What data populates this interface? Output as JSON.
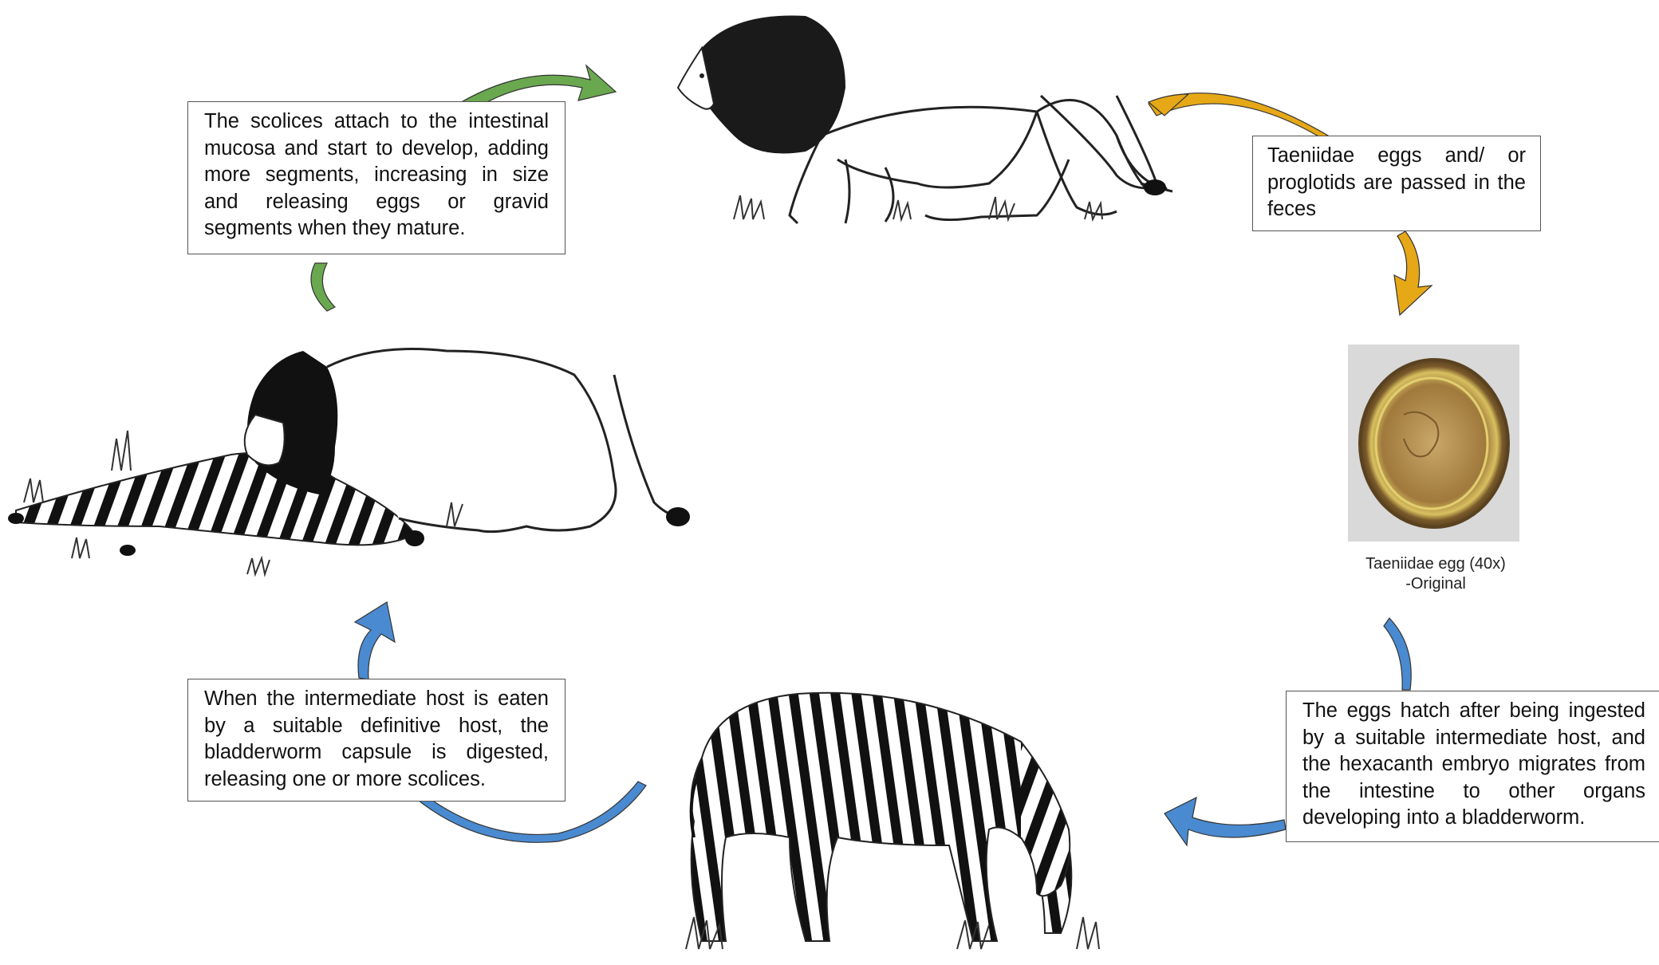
{
  "steps": {
    "adult_development": "The scolices attach to the intestinal mucosa and start to develop, adding more segments, increasing in size and releasing eggs or gravid segments when they mature.",
    "eggs_passed": "Taeniidae eggs and/ or proglotids are passed in the feces",
    "egg_hatching": "The eggs hatch after being ingested by a suitable intermediate host, and the hexacanth embryo migrates from the intestine to other organs developing into a bladderworm.",
    "definitive_host_infection": "When the intermediate host is eaten by a suitable definitive host, the bladderworm capsule is digested, releasing one or more scolices."
  },
  "egg_caption": {
    "line1": "Taeniidae egg (40x)",
    "line2": "-Original"
  },
  "arrow_colors": {
    "green": "#6aa84f",
    "gold": "#e6a817",
    "blue": "#4a8ad0"
  }
}
